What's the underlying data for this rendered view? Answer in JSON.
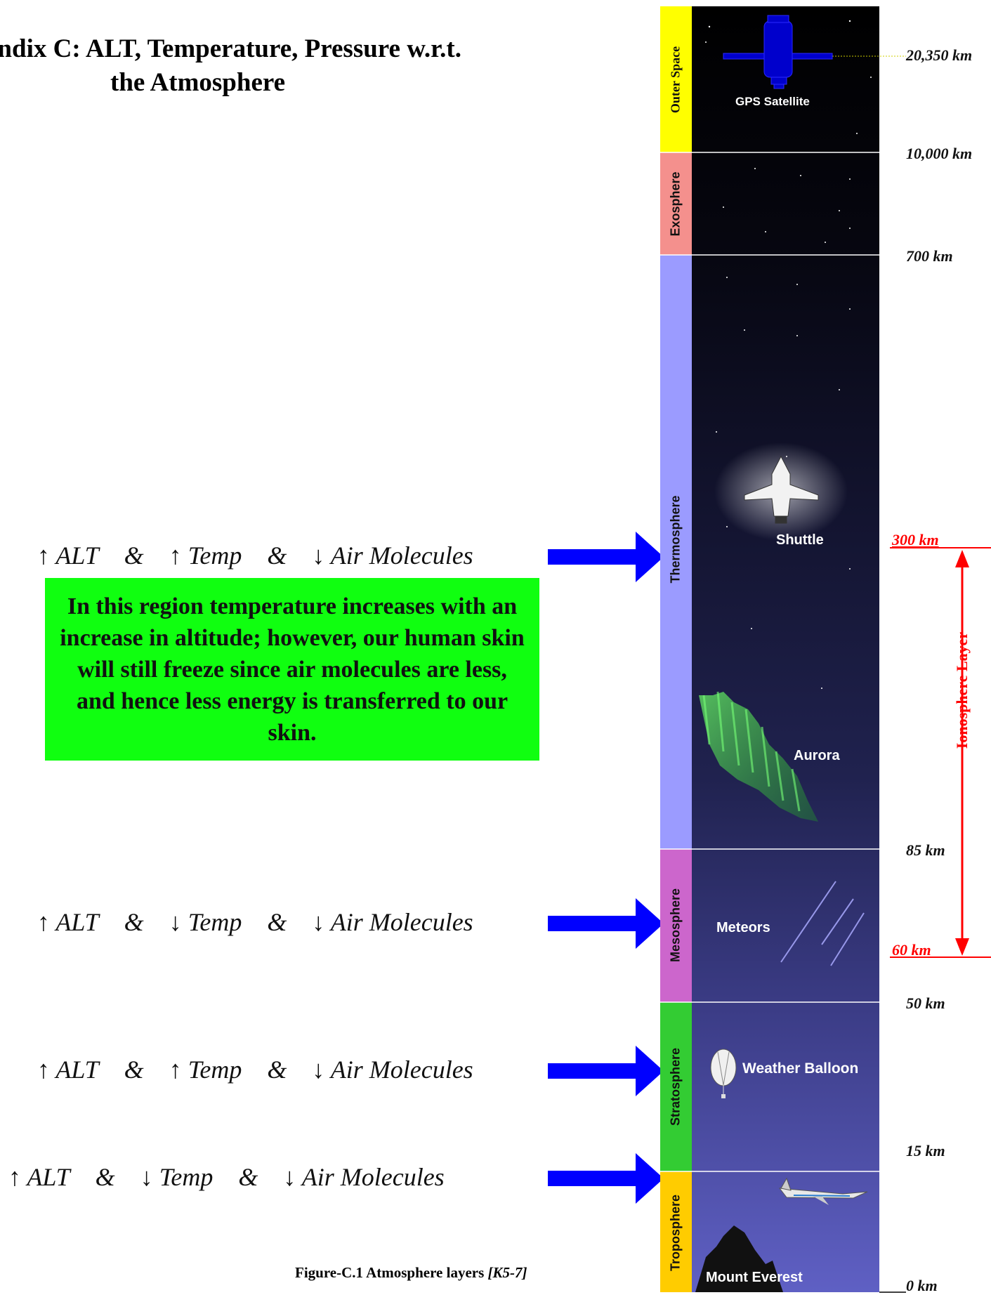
{
  "title": {
    "line1": "endix C: ALT, Temperature, Pressure w.r.t.",
    "line2": "the Atmosphere"
  },
  "annotations": [
    {
      "alt": "↑ ALT",
      "temp": "↑ Temp",
      "air": "↓ Air Molecules",
      "amp": "&"
    },
    {
      "alt": "↑ ALT",
      "temp": "↓ Temp",
      "air": "↓ Air Molecules",
      "amp": "&"
    },
    {
      "alt": "↑ ALT",
      "temp": "↑ Temp",
      "air": "↓ Air Molecules",
      "amp": "&"
    },
    {
      "alt": "↑ ALT",
      "temp": "↓ Temp",
      "air": "↓ Air Molecules",
      "amp": "&"
    }
  ],
  "callout": "In this region temperature increases with an increase in altitude; however, our human skin will still freeze since air molecules are less, and hence less energy is transferred to our skin.",
  "layers": [
    {
      "name": "Outer Space",
      "color": "#ffff00"
    },
    {
      "name": "Exosphere",
      "color": "#f4908d"
    },
    {
      "name": "Thermosphere",
      "color": "#9b9bff"
    },
    {
      "name": "Mesosphere",
      "color": "#cc66cc"
    },
    {
      "name": "Stratosphere",
      "color": "#33cc33"
    },
    {
      "name": "Troposphere",
      "color": "#ffcc00"
    }
  ],
  "altitudes": {
    "a20350": "20,350 km",
    "a10000": "10,000 km",
    "a700": "700 km",
    "a300": "300 km",
    "a85": "85 km",
    "a60": "60 km",
    "a50": "50 km",
    "a15": "15 km",
    "a0": "0 km"
  },
  "ionosphere_label": "Ionosphere Layer",
  "scene_labels": {
    "gps": "GPS Satellite",
    "shuttle": "Shuttle",
    "aurora": "Aurora",
    "meteors": "Meteors",
    "balloon": "Weather Balloon",
    "everest": "Mount Everest"
  },
  "caption": {
    "text": "Figure-C.1 Atmosphere layers ",
    "ref": "[K5-7]"
  },
  "colors": {
    "arrow": "#0000ff",
    "ionosphere": "#ff0000",
    "callout_bg": "#10ff10"
  }
}
